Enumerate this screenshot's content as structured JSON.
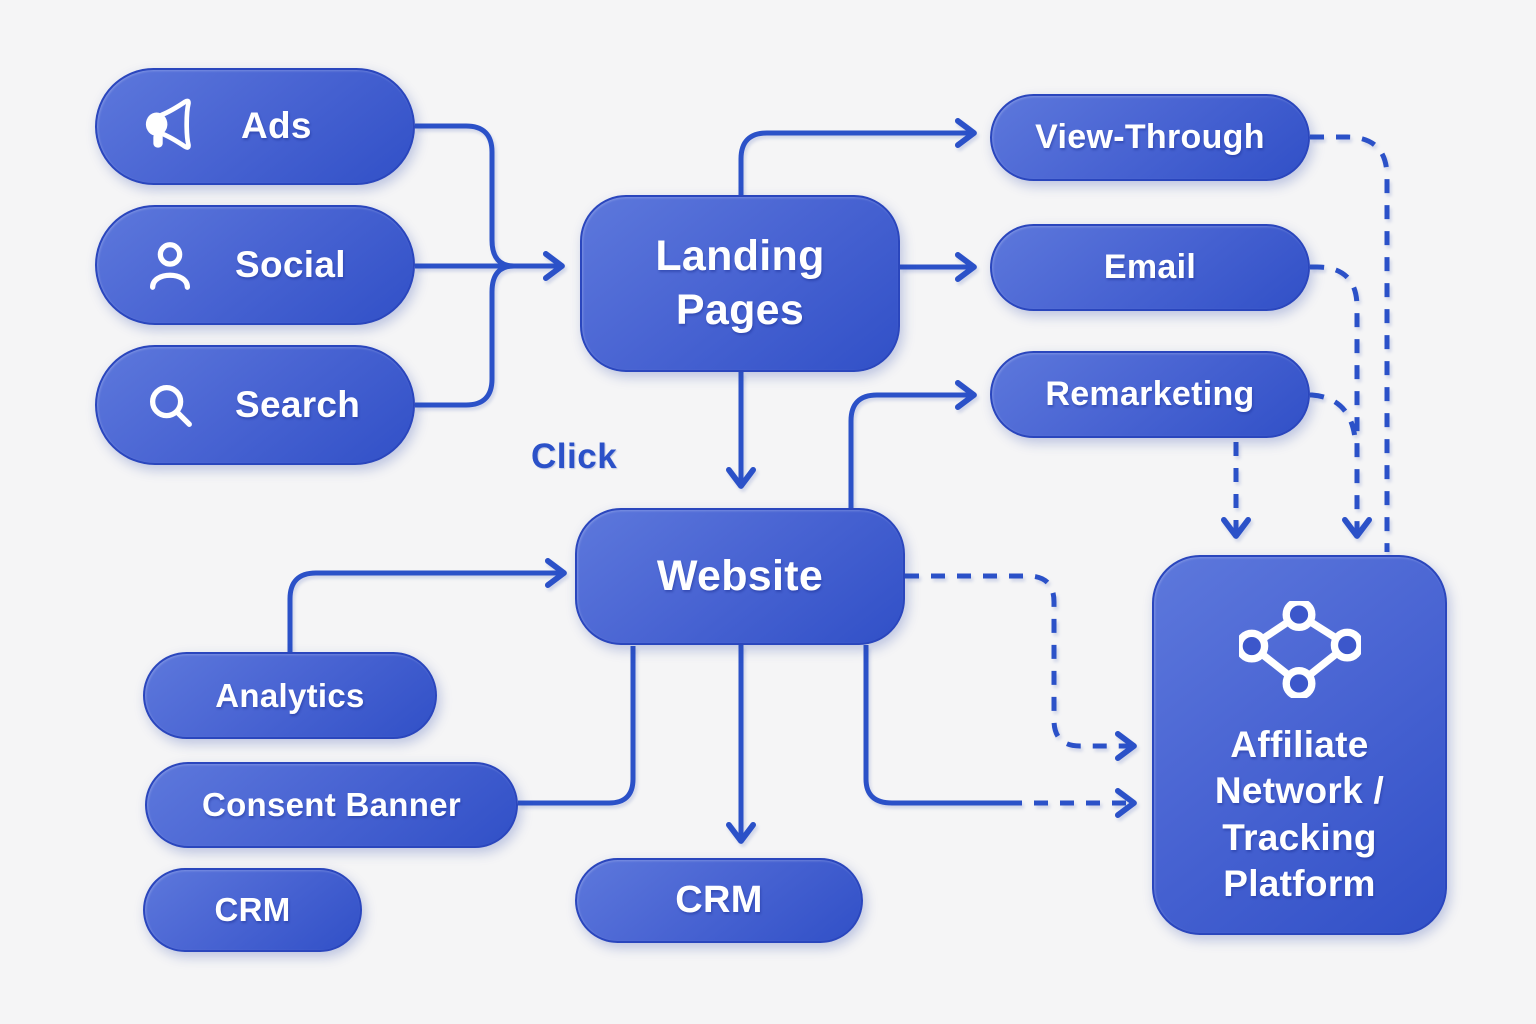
{
  "diagram": {
    "colors": {
      "background": "#f5f5f6",
      "accent": "#2b51c8",
      "node_gradient_start": "#5d78dc",
      "node_gradient_end": "#3150c7",
      "text": "#ffffff"
    },
    "annotations": {
      "click_label": "Click"
    },
    "nodes": {
      "ads": {
        "label": "Ads",
        "icon": "megaphone-icon"
      },
      "social": {
        "label": "Social",
        "icon": "person-icon"
      },
      "search": {
        "label": "Search",
        "icon": "search-icon"
      },
      "landing_pages": {
        "label": "Landing\nPages"
      },
      "view_through": {
        "label": "View-Through"
      },
      "email": {
        "label": "Email"
      },
      "remarketing": {
        "label": "Remarketing"
      },
      "website": {
        "label": "Website"
      },
      "analytics": {
        "label": "Analytics"
      },
      "consent_banner": {
        "label": "Consent Banner"
      },
      "crm_side": {
        "label": "CRM"
      },
      "crm_main": {
        "label": "CRM"
      },
      "affiliate_network": {
        "label": "Affiliate\nNetwork /\nTracking\nPlatform",
        "icon": "network-icon"
      }
    },
    "edges": [
      {
        "from": "Ads",
        "to": "Landing Pages",
        "style": "solid",
        "arrow": true
      },
      {
        "from": "Social",
        "to": "Landing Pages",
        "style": "solid",
        "arrow": true
      },
      {
        "from": "Search",
        "to": "Landing Pages",
        "style": "solid",
        "arrow": true
      },
      {
        "from": "Landing Pages",
        "to": "View-Through",
        "style": "solid",
        "arrow": true
      },
      {
        "from": "Landing Pages",
        "to": "Email",
        "style": "solid",
        "arrow": true
      },
      {
        "from": "Landing Pages",
        "to": "Website",
        "style": "solid",
        "arrow": true,
        "label": "Click"
      },
      {
        "from": "Website",
        "to": "Remarketing",
        "style": "solid",
        "arrow": true
      },
      {
        "from": "Analytics",
        "to": "Website",
        "style": "solid",
        "arrow": true
      },
      {
        "from": "Consent Banner",
        "to": "Website",
        "style": "solid",
        "arrow": false
      },
      {
        "from": "Website",
        "to": "CRM",
        "style": "solid",
        "arrow": true
      },
      {
        "from": "Website",
        "to": "Affiliate Network / Tracking Platform",
        "style": "solid-then-dashed",
        "arrow": true
      },
      {
        "from": "Website",
        "to": "Affiliate Network / Tracking Platform",
        "style": "dashed",
        "arrow": true
      },
      {
        "from": "View-Through",
        "to": "Affiliate Network / Tracking Platform",
        "style": "dashed",
        "arrow": false
      },
      {
        "from": "Email",
        "to": "Affiliate Network / Tracking Platform",
        "style": "dashed",
        "arrow": true
      },
      {
        "from": "Remarketing",
        "to": "Affiliate Network / Tracking Platform",
        "style": "dashed",
        "arrow": false
      },
      {
        "from": "Remarketing",
        "to": "Affiliate Network / Tracking Platform",
        "style": "dashed",
        "arrow": true
      }
    ]
  }
}
